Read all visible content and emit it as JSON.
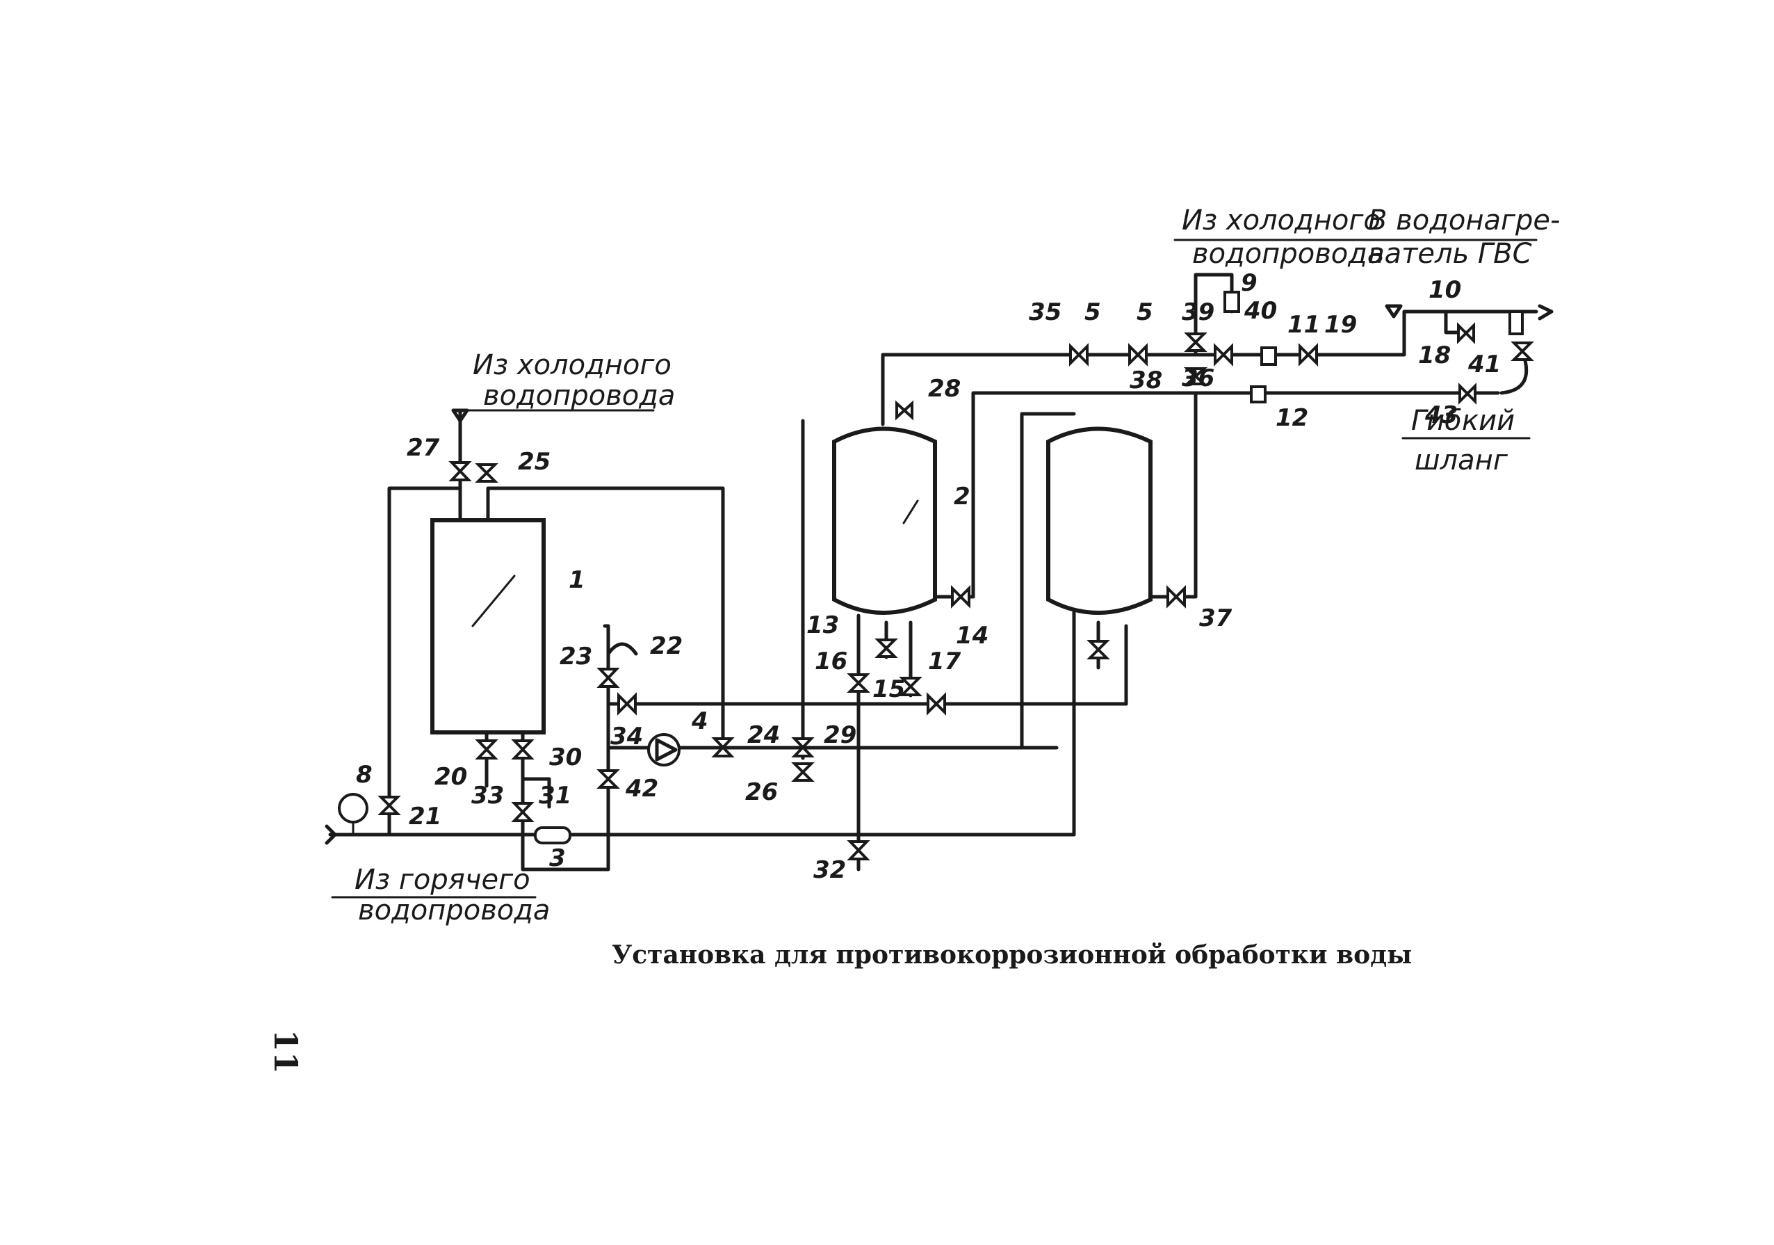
{
  "notes": {
    "cold_water_left_line1": "Из холодного",
    "cold_water_left_line2": "водопровода",
    "hot_water_line1": "Из горячего",
    "hot_water_line2": "водопровода",
    "cold_water_right_line1": "Из холодного",
    "cold_water_right_line2": "водопровода",
    "heater_line1": "В водонагре-",
    "heater_line2": "ватель ГВС",
    "hose_line1": "Гибкий",
    "hose_line2": "шланг"
  },
  "labels": {
    "n1": "1",
    "n2": "2",
    "n3": "3",
    "n4": "4",
    "n5": "5",
    "n6": "5",
    "n8": "8",
    "n9": "9",
    "n10": "10",
    "n11": "11",
    "n12": "12",
    "n13": "13",
    "n14": "14",
    "n15": "15",
    "n16": "16",
    "n17": "17",
    "n18": "18",
    "n19": "19",
    "n20": "20",
    "n21": "21",
    "n22": "22",
    "n23": "23",
    "n24": "24",
    "n25": "25",
    "n26": "26",
    "n27": "27",
    "n28": "28",
    "n29": "29",
    "n30": "30",
    "n31": "31",
    "n32": "32",
    "n33": "33",
    "n34": "34",
    "n35": "35",
    "n36": "36",
    "n37": "37",
    "n38": "38",
    "n39": "39",
    "n40": "40",
    "n41": "41",
    "n42": "42",
    "n43": "43"
  },
  "caption": "Установка для противокоррозионной обработки воды",
  "page_number": "11"
}
